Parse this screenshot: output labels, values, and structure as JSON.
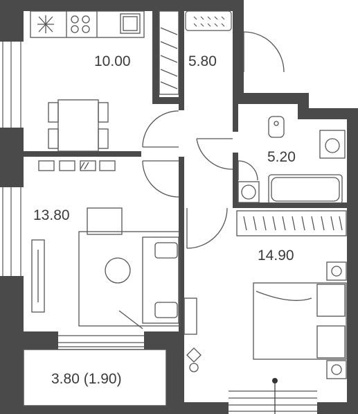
{
  "rooms": {
    "kitchen": {
      "area": "10.00"
    },
    "closet": {
      "area": "5.80"
    },
    "bathroom": {
      "area": "5.20"
    },
    "living": {
      "area": "13.80"
    },
    "bedroom": {
      "area": "14.90"
    },
    "balcony": {
      "area": "3.80 (1.90)"
    }
  },
  "colors": {
    "wall": "#4a4a4a",
    "line": "#555555",
    "text": "#3a3a3a"
  }
}
